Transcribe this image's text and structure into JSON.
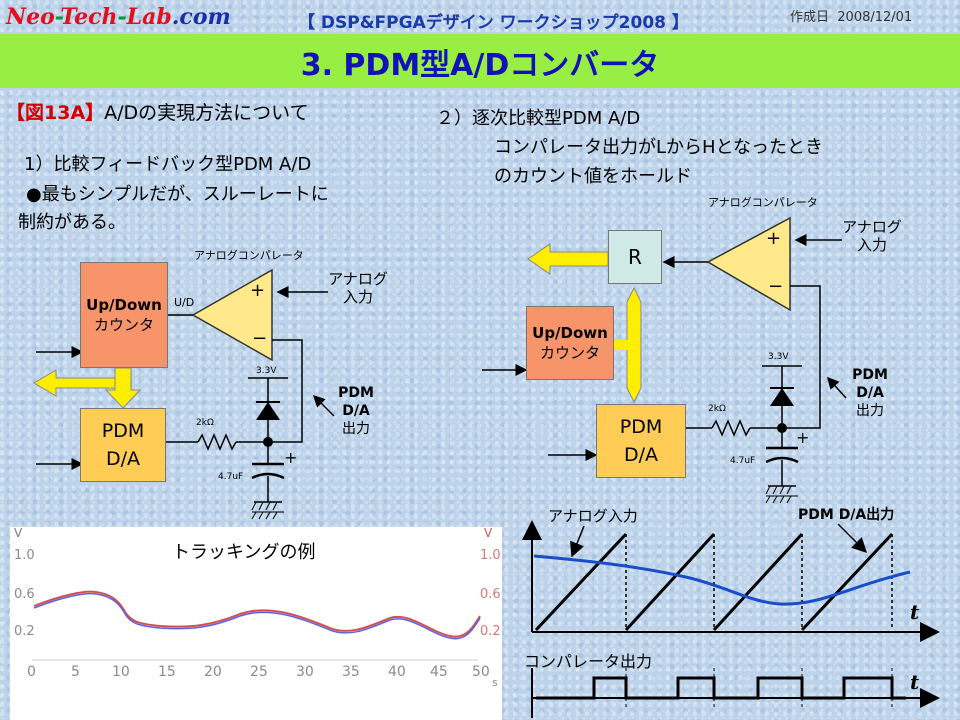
{
  "header": {
    "logo_neo": "Neo",
    "logo_dash1": "-",
    "logo_tech": "Tech",
    "logo_dash2": "-",
    "logo_lab": "Lab",
    "logo_com": ".com",
    "workshop": "【 DSP&FPGAデザイン ワークショップ2008 】",
    "date_label": "作成日",
    "date_value": "2008/12/01"
  },
  "title": "3. PDM型A/Dコンバータ",
  "section": {
    "fig": "【図13A】",
    "heading": "A/Dの実現方法について"
  },
  "left": {
    "sub_heading": "1）比較フィードバック型PDM A/D",
    "note_line1": "●最もシンプルだが、スルーレートに",
    "note_line2": "制約がある。",
    "comparator_label": "アナログコンパレータ",
    "counter_line1": "Up/Down",
    "counter_line2": "カウンタ",
    "ud_label": "U/D",
    "pdm_line1": "PDM",
    "pdm_line2": "D/A",
    "analog_in_line1": "アナログ",
    "analog_in_line2": "入力",
    "voltage": "3.3V",
    "resistor": "2kΩ",
    "capacitor": "4.7uF",
    "pdm_out_line1": "PDM",
    "pdm_out_line2": "D/A",
    "pdm_out_line3": "出力",
    "plus": "+",
    "minus": "−"
  },
  "right": {
    "sub_heading": "２）逐次比較型PDM A/D",
    "desc_line1": "コンパレータ出力がLからHとなったとき",
    "desc_line2": "のカウント値をホールド",
    "comparator_label": "アナログコンパレータ",
    "register": "R",
    "counter_line1": "Up/Down",
    "counter_line2": "カウンタ",
    "pdm_line1": "PDM",
    "pdm_line2": "D/A",
    "analog_in_line1": "アナログ",
    "analog_in_line2": "入力",
    "voltage": "3.3V",
    "resistor": "2kΩ",
    "capacitor": "4.7uF",
    "pdm_out_line1": "PDM",
    "pdm_out_line2": "D/A",
    "pdm_out_line3": "出力",
    "plus": "+",
    "minus": "−"
  },
  "oscilloscope": {
    "title": "トラッキングの例",
    "unit_left": "V",
    "unit_right": "V",
    "y_ticks": [
      "1.0",
      "0.6",
      "0.2"
    ],
    "x_ticks": [
      "0",
      "5",
      "10",
      "15",
      "20",
      "25",
      "30",
      "35",
      "40",
      "45",
      "50"
    ],
    "x_unit": "s"
  },
  "timing": {
    "analog_label": "アナログ入力",
    "pdm_label": "PDM D/A出力",
    "t_label": "t",
    "comp_label": "コンパレータ出力",
    "t_label2": "t"
  },
  "colors": {
    "title_band": "#99ee44",
    "title_text": "#1212b8",
    "counter_fill": "#f7946a",
    "pdm_fill": "#ffcc55",
    "comparator_fill": "#ffe98a",
    "register_fill": "#cfe9e6",
    "arrow_fill": "#ffee00",
    "analog_curve": "#1a4ec8",
    "trace_red": "#d05050",
    "trace_blue": "#6060e0"
  }
}
